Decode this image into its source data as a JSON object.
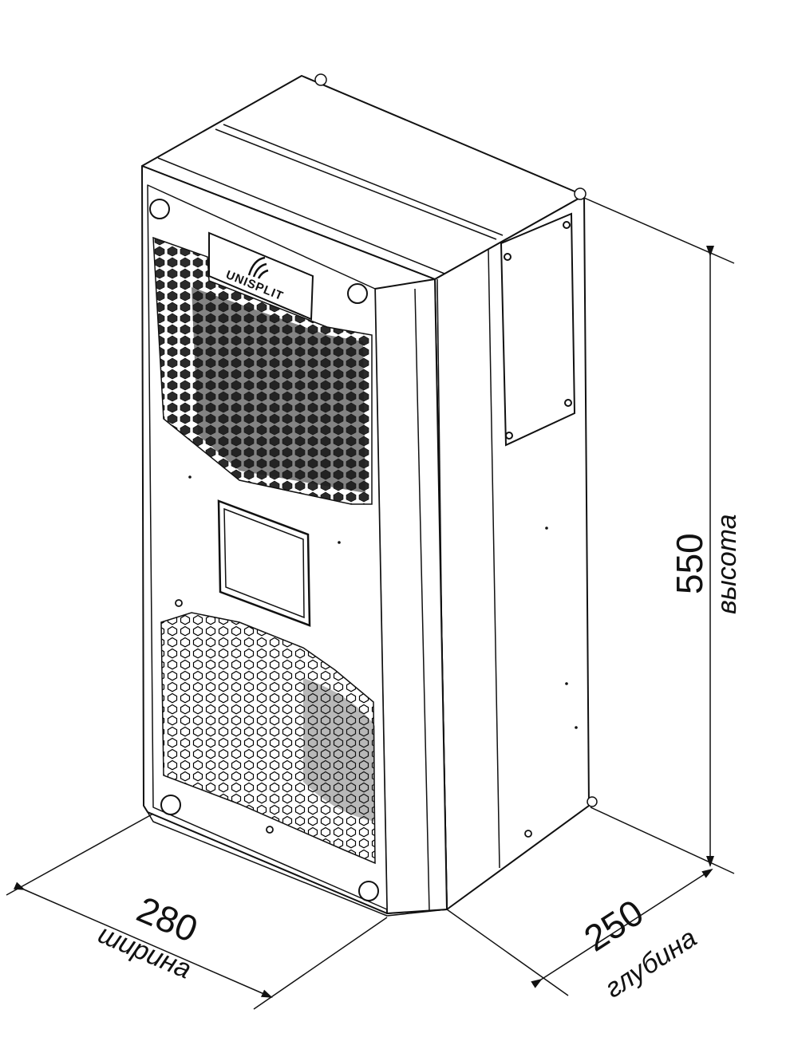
{
  "brand": {
    "logo_text": "UNISPLIT"
  },
  "dimensions": {
    "width": {
      "value": "280",
      "label": "ширина"
    },
    "depth": {
      "value": "250",
      "label": "глубина"
    },
    "height": {
      "value": "550",
      "label": "высота"
    }
  },
  "colors": {
    "line": "#111111",
    "mesh_fill": "#2a2a2a",
    "background": "#ffffff"
  }
}
